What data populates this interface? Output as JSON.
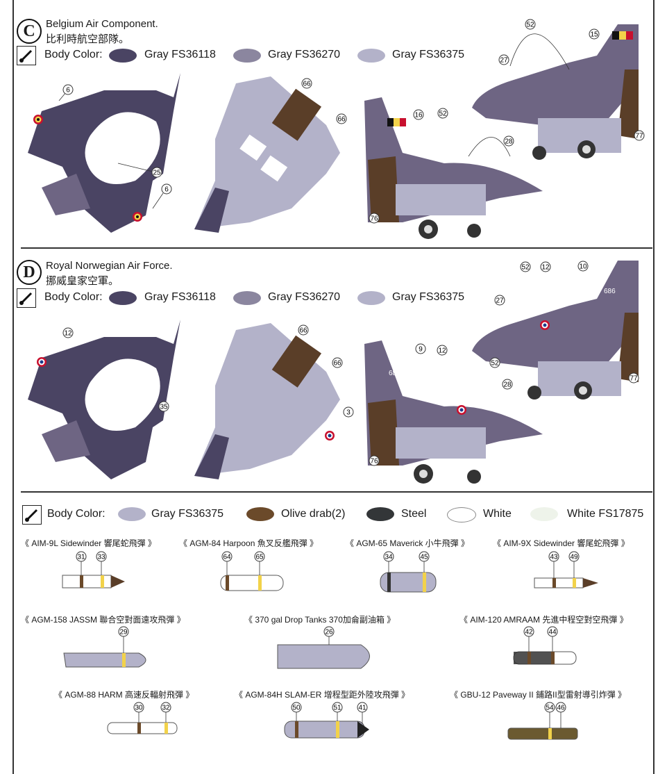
{
  "colors": {
    "gray36118": "#4a4463",
    "gray36270": "#8b869f",
    "gray36375": "#b3b2c9",
    "olive": "#6b4a2a",
    "steel": "#333638",
    "white": "#ffffff",
    "white17875": "#eef3ea",
    "yellow": "#f2d24a"
  },
  "sections": [
    {
      "letter": "C",
      "title_en": "Belgium Air Component.",
      "title_zh": "比利時航空部隊。",
      "body_label": "Body Color:",
      "swatches": [
        "Gray FS36118",
        "Gray FS36270",
        "Gray FS36375"
      ],
      "callouts": [
        "6",
        "25",
        "6",
        "66",
        "66",
        "52",
        "15",
        "27",
        "16",
        "52",
        "28",
        "77",
        "76"
      ]
    },
    {
      "letter": "D",
      "title_en": "Royal Norwegian Air Force.",
      "title_zh": "挪威皇家空軍。",
      "body_label": "Body Color:",
      "swatches": [
        "Gray FS36118",
        "Gray FS36270",
        "Gray FS36375"
      ],
      "callouts": [
        "12",
        "35",
        "66",
        "66",
        "3",
        "52",
        "12",
        "10",
        "27",
        "9",
        "12",
        "52",
        "28",
        "77",
        "76"
      ],
      "tail_code": "686"
    }
  ],
  "weapons_legend": {
    "body_label": "Body Color:",
    "swatches": [
      "Gray FS36375",
      "Olive drab(2)",
      "Steel",
      "White",
      "White FS17875"
    ]
  },
  "weapons": [
    {
      "title": "《 AIM-9L Sidewinder 響尾蛇飛彈 》",
      "callouts": [
        "31",
        "33"
      ]
    },
    {
      "title": "《 AGM-84 Harpoon 魚叉反艦飛彈 》",
      "callouts": [
        "64",
        "65"
      ]
    },
    {
      "title": "《 AGM-65 Maverick 小牛飛彈 》",
      "callouts": [
        "34",
        "45"
      ]
    },
    {
      "title": "《 AIM-9X Sidewinder 響尾蛇飛彈 》",
      "callouts": [
        "43",
        "49"
      ]
    },
    {
      "title": "《 AGM-158 JASSM 聯合空對面遠攻飛彈 》",
      "callouts": [
        "29"
      ]
    },
    {
      "title": "《 370 gal Drop Tanks 370加侖副油箱 》",
      "callouts": [
        "26"
      ]
    },
    {
      "title": "《 AIM-120 AMRAAM 先進中程空對空飛彈 》",
      "callouts": [
        "42",
        "44"
      ]
    },
    {
      "title": "《 AGM-88 HARM 高速反輻射飛彈 》",
      "callouts": [
        "30",
        "32"
      ]
    },
    {
      "title": "《 AGM-84H SLAM-ER 增程型距外陸攻飛彈 》",
      "callouts": [
        "50",
        "51",
        "41"
      ]
    },
    {
      "title": "《 GBU-12 Paveway II 鋪路II型雷射導引炸彈 》",
      "callouts": [
        "54",
        "46"
      ]
    }
  ]
}
